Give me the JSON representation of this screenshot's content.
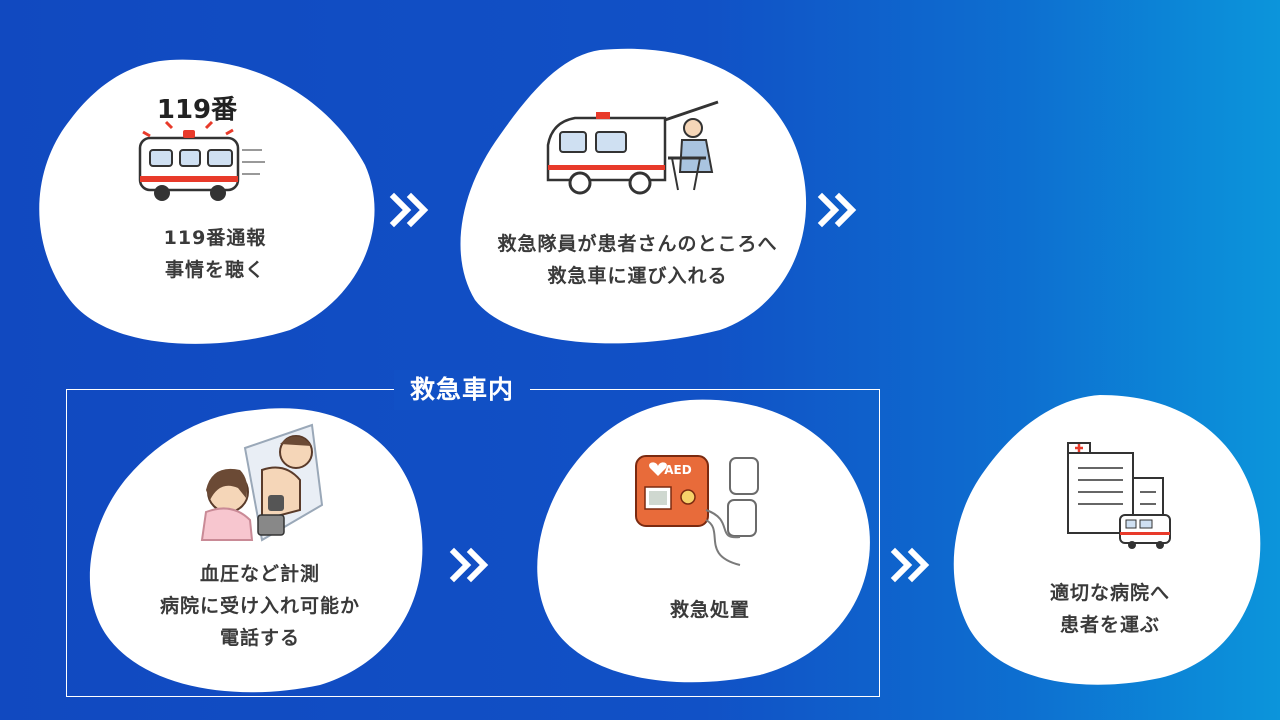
{
  "steps": [
    {
      "id": "call",
      "lines": [
        "119番通報",
        "事情を聴く"
      ],
      "icon": "ambulance-siren-icon",
      "badge": "119番"
    },
    {
      "id": "pickup",
      "lines": [
        "救急隊員が患者さんのところへ",
        "救急車に運び入れる"
      ],
      "icon": "ambulance-stretcher-icon"
    },
    {
      "id": "measure",
      "lines": [
        "血圧など計測",
        "病院に受け入れ可能か",
        "電話する"
      ],
      "icon": "blood-pressure-nurse-icon"
    },
    {
      "id": "treatment",
      "lines": [
        "救急処置"
      ],
      "icon": "aed-icon",
      "aed_label": "AED"
    },
    {
      "id": "transport",
      "lines": [
        "適切な病院へ",
        "患者を運ぶ"
      ],
      "icon": "hospital-ambulance-icon"
    }
  ],
  "group": {
    "title": "救急車内",
    "contains": [
      "measure",
      "treatment"
    ]
  },
  "colors": {
    "background_left": "#1149c0",
    "background_right": "#0c95db",
    "blob": "#ffffff",
    "text": "#3a3a3a",
    "accent_red": "#e83a2a",
    "aed_orange": "#e86b3a"
  }
}
